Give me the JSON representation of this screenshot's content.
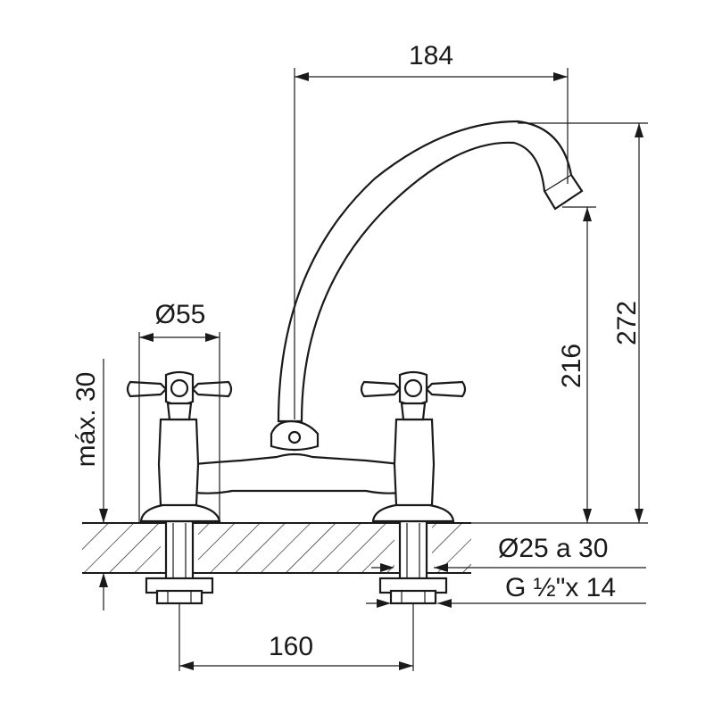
{
  "dimensions": {
    "spout_reach": "184",
    "overall_height": "272",
    "outlet_height": "216",
    "handle_diameter": "Ø55",
    "max_counter_thickness": "máx. 30",
    "hole_diameter": "Ø25 a 30",
    "thread_size": "G ½\"x 14",
    "center_distance": "160"
  },
  "colors": {
    "ink": "#1a1a1a",
    "background": "#ffffff"
  }
}
